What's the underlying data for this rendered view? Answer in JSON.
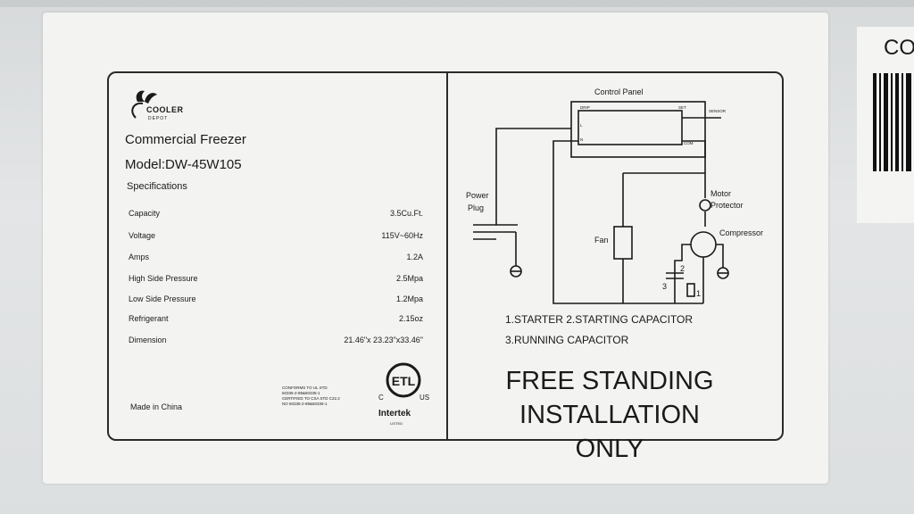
{
  "brand": {
    "name": "COOLER",
    "sub": "DEPOT"
  },
  "product": "Commercial Freezer",
  "model": "Model:DW-45W105",
  "specifications_title": "Specifications",
  "specs": [
    {
      "label": "Capacity",
      "value": "3.5Cu.Ft."
    },
    {
      "label": "Voltage",
      "value": "115V~60Hz"
    },
    {
      "label": "Amps",
      "value": "1.2A"
    },
    {
      "label": "High Side Pressure",
      "value": "2.5Mpa"
    },
    {
      "label": "Low Side Pressure",
      "value": "1.2Mpa"
    },
    {
      "label": "Refrigerant",
      "value": "2.15oz"
    },
    {
      "label": "Dimension",
      "value": "21.46\"x 23.23\"x33.46\""
    }
  ],
  "made_in": "Made in China",
  "cert_lines": [
    "CONFORMS TO UL STD",
    "60335-2-89&60335-1",
    "CERTIFIED TO CSA STD C22.2",
    "NO 60335-2-89&60335-1"
  ],
  "csa": {
    "c": "C",
    "us": "US",
    "mark": "ETL",
    "lab": "Intertek",
    "lab_sub": "LISTED"
  },
  "wiring": {
    "title": "Control Panel",
    "temp_left": "DRIP",
    "temp_right": "SET",
    "sensor": "SENSOR",
    "terminal_l": "L",
    "terminal_n": "N",
    "terminal_com": "COM",
    "power_plug": [
      "Power",
      "Plug"
    ],
    "fan": "Fan",
    "motor_protector": [
      "Motor",
      "Protector"
    ],
    "compressor": "Compressor",
    "num1": "1",
    "num2": "2",
    "num3": "3"
  },
  "legend": [
    "1.STARTER  2.STARTING CAPACITOR",
    "3.RUNNING CAPACITOR"
  ],
  "notice": [
    "FREE STANDING",
    "INSTALLATION ONLY"
  ],
  "side_text": "CO",
  "colors": {
    "ink": "#1a1a1a",
    "sticker": "#f3f3f1",
    "background": "#dcdfe0"
  }
}
